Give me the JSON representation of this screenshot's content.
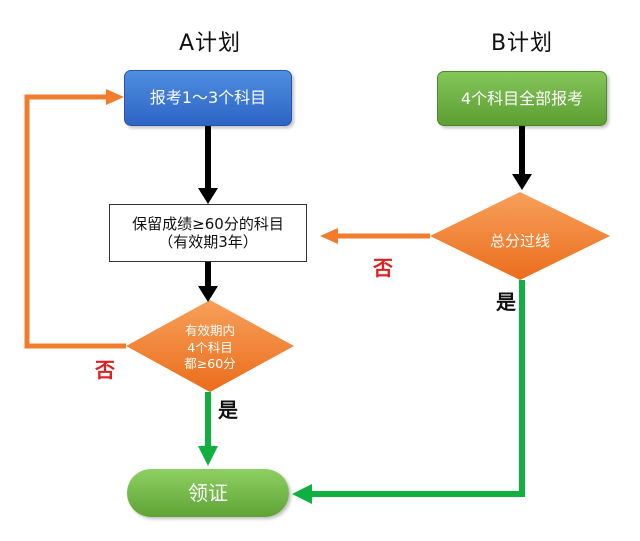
{
  "headings": {
    "plan_a": "A计划",
    "plan_b": "B计划"
  },
  "nodes": {
    "a_register": "报考1～3个科目",
    "b_register": "4个科目全部报考",
    "keep_line1": "保留成绩≥60分的科目",
    "keep_line2": "（有效期3年）",
    "check_a_line1": "有效期内",
    "check_a_line2": "4个科目",
    "check_a_line3": "都≥60分",
    "check_b": "总分过线",
    "certificate": "领证"
  },
  "edge_labels": {
    "b_no": "否",
    "b_yes": "是",
    "a_no": "否",
    "a_yes": "是"
  },
  "colors": {
    "blue": "#3a74d2",
    "green": "#6ab040",
    "orange": "#f07c2c",
    "arrow_black": "#000000",
    "arrow_green": "#10b040",
    "no_label": "#e02020"
  }
}
